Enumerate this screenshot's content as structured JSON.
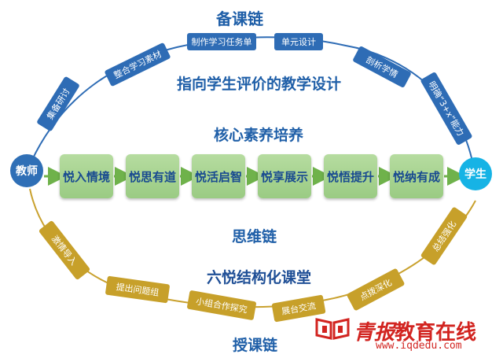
{
  "top_chain": {
    "title": "备课链"
  },
  "top_subtitle": "指向学生评价的教学设计",
  "middle_title": "核心素养培养",
  "thinking_chain": "思维链",
  "bottom_title": "六悦结构化课堂",
  "bottom_chain": {
    "title": "授课链"
  },
  "teacher": "教师",
  "student": "学生",
  "prep_steps": [
    "集备研讨",
    "整合学习素材",
    "制作学习任务单",
    "单元设计",
    "剖析学情",
    "明确“3+x”能力"
  ],
  "joy_steps": [
    "悦入情境",
    "悦思有道",
    "悦活启智",
    "悦享展示",
    "悦悟提升",
    "悦纳有成"
  ],
  "teach_steps": [
    "激情导入",
    "提出问题组",
    "小组合作探究",
    "展台交流",
    "点拨深化",
    "总结强化"
  ],
  "watermark": {
    "brand_script": "青报",
    "brand_text": "教育在线",
    "url": "www.iqdedu.com"
  },
  "colors": {
    "blue_box": "#2e6cb5",
    "green_box": "#a8d391",
    "gold_box": "#c7a02a",
    "label_blue": "#1f5fa8",
    "watermark_red": "#d22420"
  }
}
